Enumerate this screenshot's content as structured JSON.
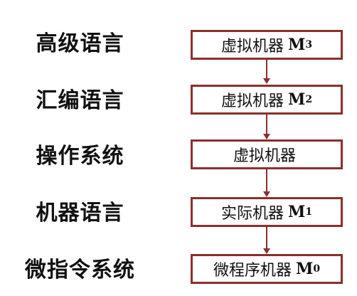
{
  "levels": [
    {
      "label": "高级语言",
      "machine": "虚拟机器",
      "machine_letter": "M",
      "machine_sub": "3"
    },
    {
      "label": "汇编语言",
      "machine": "虚拟机器",
      "machine_letter": "M",
      "machine_sub": "2"
    },
    {
      "label": "操作系统",
      "machine": "虚拟机器",
      "machine_letter": "",
      "machine_sub": ""
    },
    {
      "label": "机器语言",
      "machine": "实际机器",
      "machine_letter": "M",
      "machine_sub": "1"
    },
    {
      "label": "微指令系统",
      "machine": "微程序机器",
      "machine_letter": "M",
      "machine_sub": "0"
    }
  ],
  "colors": {
    "box_border": "#8a2f2f",
    "arrow": "#8a2f2f",
    "text": "#111111"
  }
}
